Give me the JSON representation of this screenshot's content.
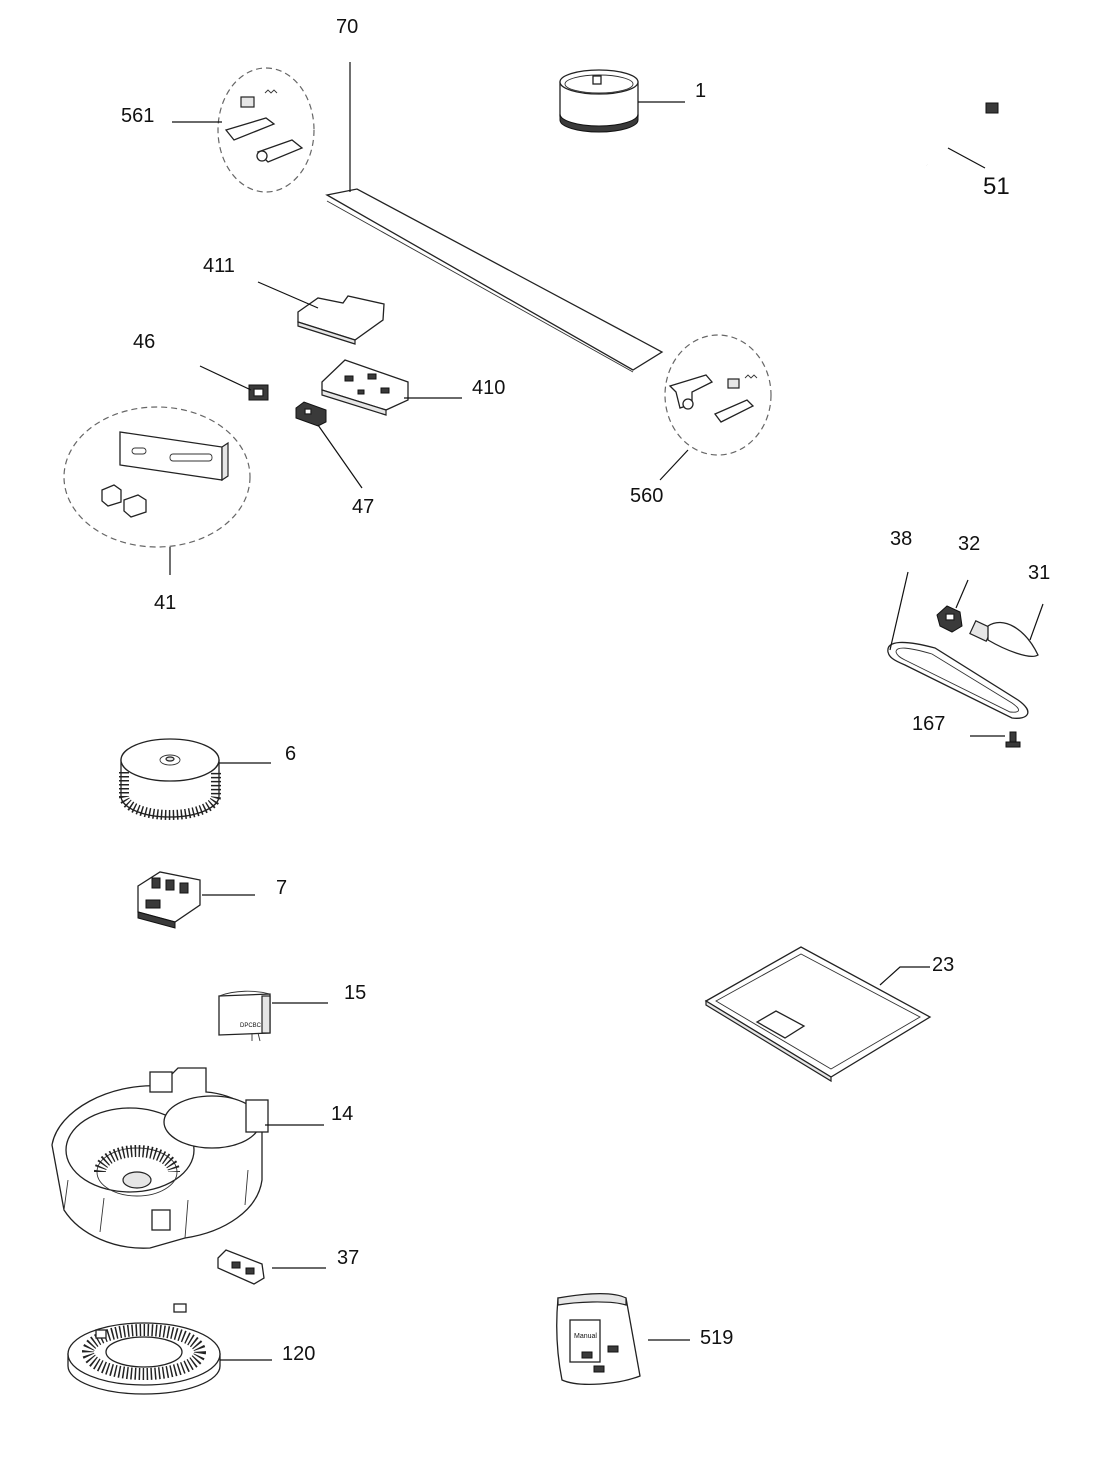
{
  "labels": {
    "p70": "70",
    "p1": "1",
    "p51": "51",
    "p561": "561",
    "p411": "411",
    "p410": "410",
    "p46": "46",
    "p47": "47",
    "p41": "41",
    "p560": "560",
    "p38": "38",
    "p32": "32",
    "p31": "31",
    "p167": "167",
    "p6": "6",
    "p7": "7",
    "p23": "23",
    "p15": "15",
    "p14": "14",
    "p37": "37",
    "p120": "120",
    "p519": "519"
  },
  "manual_text": "Manual"
}
